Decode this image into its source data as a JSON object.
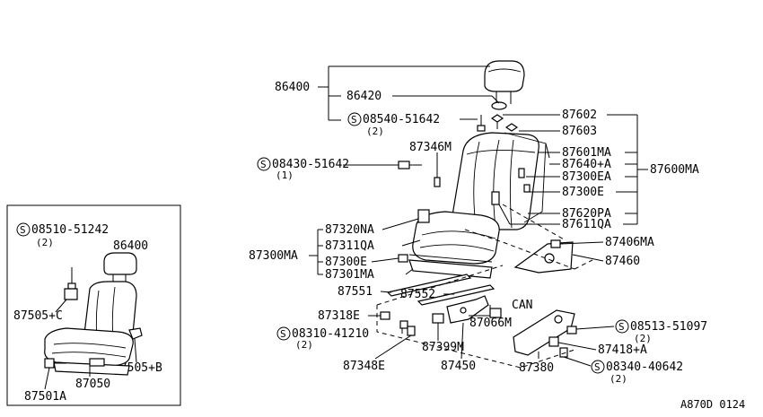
{
  "diagram": {
    "ref_code": "A870D 0124",
    "labels": {
      "p86400": "86400",
      "p86420": "86420",
      "p08540": "08540-51642",
      "p08540_qty": "(2)",
      "p87602": "87602",
      "p87603": "87603",
      "p87346M": "87346M",
      "p08430": "08430-51642",
      "p08430_qty": "(1)",
      "p87601MA": "87601MA",
      "p87640A": "87640+A",
      "p87600MA": "87600MA",
      "p87300EA": "87300EA",
      "p87300E_r": "87300E",
      "p87620PA": "87620PA",
      "p87611QA": "87611QA",
      "p87320NA": "87320NA",
      "p87311QA": "87311QA",
      "p87300MA": "87300MA",
      "p87300E_l": "87300E",
      "p87301MA": "87301MA",
      "p87406MA": "87406MA",
      "p87460": "87460",
      "p87551": "87551",
      "p87552": "87552",
      "can": "CAN",
      "p87066M": "87066M",
      "p87318E": "87318E",
      "p08513": "08513-51097",
      "p08513_qty": "(2)",
      "p08310": "08310-41210",
      "p08310_qty": "(2)",
      "p87399M": "87399M",
      "p87418A": "87418+A",
      "p87348E": "87348E",
      "p87450": "87450",
      "p87380": "87380",
      "p08340": "08340-40642",
      "p08340_qty": "(2)"
    },
    "inset": {
      "p08510": "08510-51242",
      "p08510_qty": "(2)",
      "p86400": "86400",
      "p87505C": "87505+C",
      "p87505B": "87505+B",
      "p87050": "87050",
      "p87501A": "87501A"
    },
    "screw_symbol": "S"
  }
}
